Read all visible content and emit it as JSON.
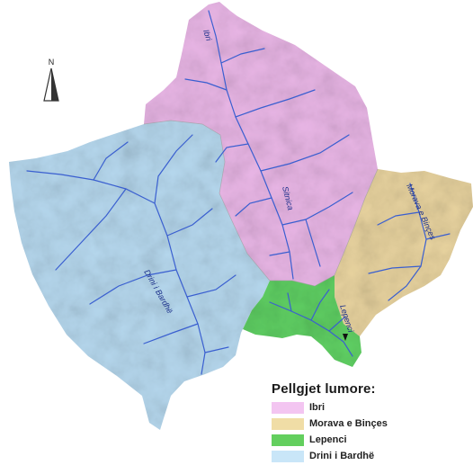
{
  "north_arrow": {
    "label": "N"
  },
  "map": {
    "basins": [
      {
        "id": "ibri",
        "color": "#e9b6e6"
      },
      {
        "id": "morava",
        "color": "#e8d39f"
      },
      {
        "id": "lepenci",
        "color": "#5fcf63"
      },
      {
        "id": "drini",
        "color": "#b6d8ee"
      }
    ],
    "river_labels": {
      "ibri": "Ibri",
      "sitnica": "Sitnica",
      "morava": "Morava e Binçes",
      "drini": "Drini i Bardhë",
      "lepenci": "Lepenci"
    },
    "river_color": "#3a5fd0"
  },
  "legend": {
    "title": "Pellgjet lumore:",
    "items": [
      {
        "label": "Ibri",
        "color": "#f3c5f1"
      },
      {
        "label": "Morava e Binçes",
        "color": "#f0dda6"
      },
      {
        "label": "Lepenci",
        "color": "#63cf5e"
      },
      {
        "label": "Drini i Bardhë",
        "color": "#c9e6f8"
      }
    ]
  }
}
